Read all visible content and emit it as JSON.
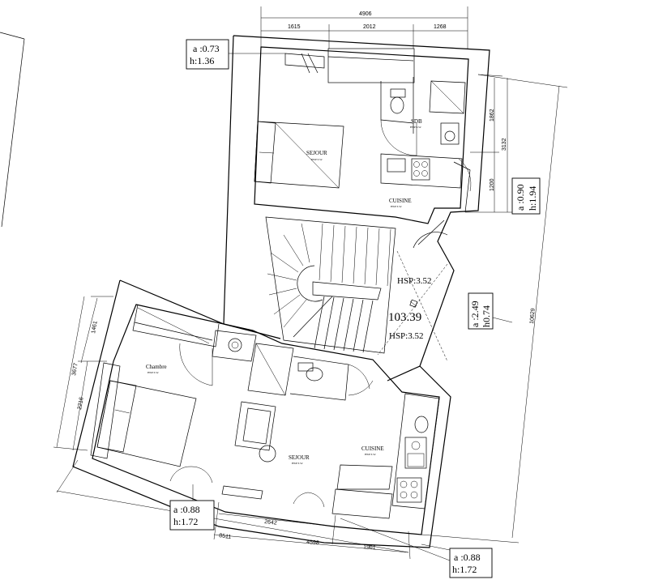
{
  "dimensions_top": {
    "total": "4906",
    "seg1": "1615",
    "seg2": "2012",
    "seg3": "1268"
  },
  "dimensions_right": {
    "upper": "1862",
    "mid": "3132",
    "lower": "1200",
    "overall": "10629"
  },
  "dimensions_left": {
    "upper": "1461",
    "mid": "3677",
    "lower": "2216"
  },
  "dimensions_bottom": {
    "inner": "2642",
    "total": "8511",
    "seg1": "4598",
    "seg2": "1961"
  },
  "opening_labels": [
    {
      "a": "a :0.73",
      "h": "h:1.36"
    },
    {
      "a": "a :0.90",
      "h": "h:1.94"
    },
    {
      "a": "a :2.49",
      "h": "h0.74"
    },
    {
      "a": "a :0.88",
      "h": "h:1.72"
    },
    {
      "a": "a :0.88",
      "h": "h:1.72"
    }
  ],
  "rooms": {
    "sejour_top": "SEJOUR",
    "sdb": "SDB",
    "cuisine_top": "CUISINE",
    "chambre": "Chambre",
    "sejour_bottom": "SEJOUR",
    "cuisine_bottom": "CUISINE"
  },
  "hsp_small": {
    "sejour_top": "HSP:3.52",
    "sdb": "HSP:3.52",
    "cuisine_top": "HSP:3.52",
    "chambre": "HSP:3.52",
    "sejour_bottom": "HSP:3.52",
    "cuisine_bottom": "HSP:3.52"
  },
  "stair": {
    "hsp_upper": "HSP:3.52",
    "area": "103.39",
    "hsp_lower": "HSP:3.52"
  }
}
